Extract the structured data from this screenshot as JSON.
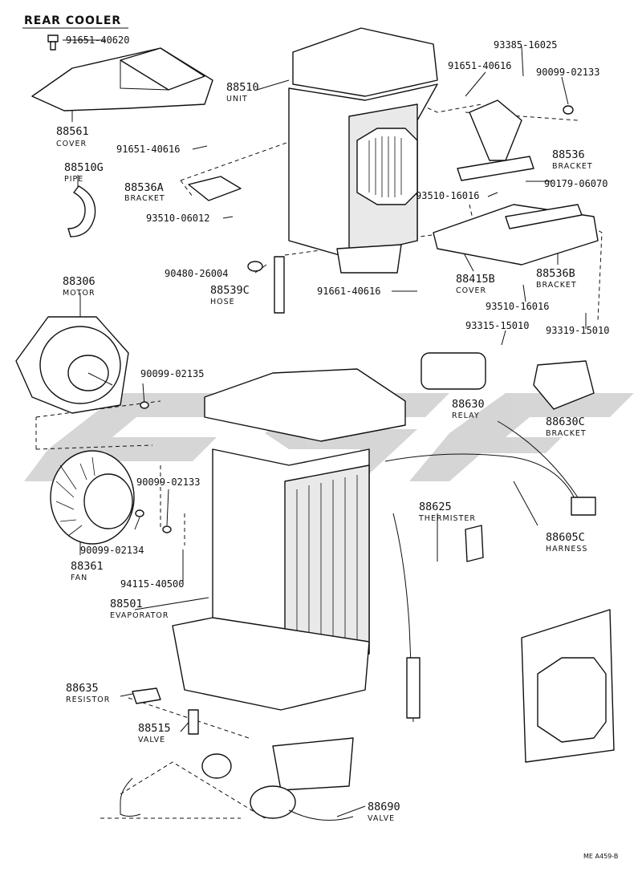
{
  "title": "REAR COOLER",
  "watermark_color": "#c8c8c8",
  "ref_code": "ME  A459-B",
  "labels": {
    "p9165140620": "91651-40620",
    "p88561": "88561",
    "c88561": "COVER",
    "p88510": "88510",
    "c88510": "UNIT",
    "p9165140616a": "91651-40616",
    "p88510G": "88510G",
    "c88510G": "PIPE",
    "p88536A": "88536A",
    "c88536A": "BRACKET",
    "p9351006012": "93510-06012",
    "p9048026004": "90480-26004",
    "p88539C": "88539C",
    "c88539C": "HOSE",
    "p9166140616": "91661-40616",
    "p9338516025": "93385-16025",
    "p9165140616b": "91651-40616",
    "p9009902133a": "90099-02133",
    "p88536": "88536",
    "c88536": "BRACKET",
    "p9017906070": "90179-06070",
    "p9351016016a": "93510-16016",
    "p88415B": "88415B",
    "c88415B": "COVER",
    "p88536B": "88536B",
    "c88536B": "BRACKET",
    "p9351016016b": "93510-16016",
    "p9331515010": "93315-15010",
    "p9331915010": "93319-15010",
    "p88306": "88306",
    "c88306": "MOTOR",
    "p9009902135": "90099-02135",
    "p9009902133b": "90099-02133",
    "p9009902134": "90099-02134",
    "p88361": "88361",
    "c88361": "FAN",
    "p9411540500": "94115-40500",
    "p88501": "88501",
    "c88501": "EVAPORATOR",
    "p88630": "88630",
    "c88630": "RELAY",
    "p88630C": "88630C",
    "c88630C": "BRACKET",
    "p88625": "88625",
    "c88625": "THERMISTER",
    "p88605C": "88605C",
    "c88605C": "HARNESS",
    "p88635": "88635",
    "c88635": "RESISTOR",
    "p88515": "88515",
    "c88515": "VALVE",
    "p88690": "88690",
    "c88690": "VALVE"
  }
}
